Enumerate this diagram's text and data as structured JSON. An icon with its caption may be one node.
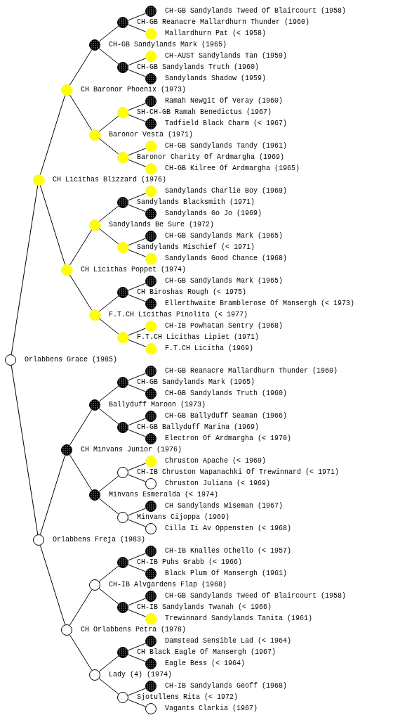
{
  "diagram": {
    "nodes": [
      {
        "text": [
          "CH-GB Sandylands Tweed Of Blaircourt (1958)"
        ]
      },
      {
        "text": [
          "CH-GB Reanacre Mallardhurn Thunder (1960)"
        ]
      },
      {
        "text": [
          "Mallardhurn Pat (< 1958)"
        ]
      },
      {
        "text": [
          "CH-GB Sandylands Mark (1965)"
        ]
      },
      {
        "text": [
          "CH-AUST Sandylands Tan (1959)"
        ]
      },
      {
        "text": [
          "CH-GB Sandylands Truth (1960)"
        ]
      },
      {
        "text": [
          "Sandylands Shadow (1959)"
        ]
      },
      {
        "text": [
          "CH Baronor Phoenix (1973)"
        ]
      },
      {
        "text": [
          "Ramah Newgit Of Veray (1960)"
        ]
      },
      {
        "text": [
          "SH-CH-GB Ramah Benedictus (1967)"
        ]
      },
      {
        "text": [
          "Tadfield Black Charm (< 1967)"
        ]
      },
      {
        "text": [
          "Baronor Vesta (1971)"
        ]
      },
      {
        "text": [
          "CH-GB Sandylands Tandy (1961)"
        ]
      },
      {
        "text": [
          "Baronor Charity Of Ardmargha (1969)"
        ]
      },
      {
        "text": [
          "CH-GB Kilree Of Ardmargha (1965)"
        ]
      },
      {
        "text": [
          "CH Licithas Blizzard (1976)"
        ]
      },
      {
        "text": [
          "Sandylands Charlie Boy (1969)"
        ]
      },
      {
        "text": [
          "Sandylands Blacksmith (1971)"
        ]
      },
      {
        "text": [
          "Sandylands Go Jo (1969)"
        ]
      },
      {
        "text": [
          "Sandylands Be Sure (1972)"
        ]
      },
      {
        "text": [
          "CH-GB Sandylands Mark (1965)"
        ]
      },
      {
        "text": [
          "Sandylands Mischief (< 1971)"
        ]
      },
      {
        "text": [
          "Sandylands Good Chance (1968)"
        ]
      },
      {
        "text": [
          "CH Licithas Poppet (1974)"
        ]
      },
      {
        "text": [
          "CH-GB Sandylands Mark (1965)"
        ]
      },
      {
        "text": [
          "CH Biroshas Rough (< 1975)"
        ]
      },
      {
        "text": [
          "Ellerthwaite Bramblerose Of Mansergh (< 1973)"
        ]
      },
      {
        "text": [
          "F.T.CH Licithas Pinolita (< 1977)"
        ]
      },
      {
        "text": [
          "CH-IB Powhatan Sentry (1968)"
        ]
      },
      {
        "text": [
          "F.T.CH Licithas Lipiet (1971)"
        ]
      },
      {
        "text": [
          "F.T.CH Licitha (1969)"
        ]
      },
      {
        "text": [
          "Orlabbens Grace (1985)"
        ]
      },
      {
        "text": [
          "CH-GB Reanacre Mallardhurn Thunder (1960)"
        ]
      },
      {
        "text": [
          "CH-GB Sandylands Mark (1965)"
        ]
      },
      {
        "text": [
          "CH-GB Sandylands Truth (1960)"
        ]
      },
      {
        "text": [
          "Ballyduff Maroon (1973)"
        ]
      },
      {
        "text": [
          "CH-GB Ballyduff Seaman (1966)"
        ]
      },
      {
        "text": [
          "CH-GB Ballyduff Marina (1969)"
        ]
      },
      {
        "text": [
          "Electron Of Ardmargha (< 1970)"
        ]
      },
      {
        "text": [
          "CH Minvans Junior (1976)"
        ]
      },
      {
        "text": [
          "Chruston Apache (< 1969)"
        ]
      },
      {
        "text": [
          "CH-IB Chruston Wapanachki Of Trewinnard (< 1971)"
        ]
      },
      {
        "text": [
          "Chruston Juliana (< 1969)"
        ]
      },
      {
        "text": [
          "Minvans Esmeralda (< 1974)"
        ]
      },
      {
        "text": [
          "CH Sandylands Wiseman (1967)"
        ]
      },
      {
        "text": [
          "Minvans Cijoppa (1969)"
        ]
      },
      {
        "text": [
          "Cilla Ii Av Oppensten (< 1968)"
        ]
      },
      {
        "text": [
          "Orlabbens Freja (1983)"
        ]
      },
      {
        "text": [
          "CH-IB Knalles Othello (< 1957)"
        ]
      },
      {
        "text": [
          "CH-IB Puhs Grabb (< 1966)"
        ]
      },
      {
        "text": [
          "Black Plum Of Mansergh (1961)"
        ]
      },
      {
        "text": [
          "CH-IB Alvgardens Flap (1968)"
        ]
      },
      {
        "text": [
          "CH-GB Sandylands Tweed Of Blaircourt (1958)"
        ]
      },
      {
        "text": [
          "CH-IB Sandylands Twanah (< 1966)"
        ]
      },
      {
        "text": [
          "Trewinnard Sandylands Tanita (1961)"
        ]
      },
      {
        "text": [
          "CH Orlabbens Petra (1978)"
        ]
      },
      {
        "text": [
          "Damstead Sensible Lad (< 1964)"
        ]
      },
      {
        "text": [
          "CH Black Eagle Of Mansergh (1967)"
        ]
      },
      {
        "text": [
          "Eagle Bess (< 1964)"
        ]
      },
      {
        "text": [
          "Lady (4) (1974)"
        ]
      },
      {
        "text": [
          "CH-IB Sandylands Geoff (1968)"
        ]
      },
      {
        "text": [
          "Sjotullens Rita (< 1972)"
        ]
      },
      {
        "text": [
          "Vagants Clarkia (1967)"
        ]
      }
    ],
    "edges": [
      {
        "from": 1,
        "to": 0,
        "arrow": "none"
      },
      {
        "from": 1,
        "to": 2,
        "arrow": "none"
      },
      {
        "from": 3,
        "to": 1,
        "arrow": "none"
      },
      {
        "from": 3,
        "to": 5,
        "arrow": "none"
      },
      {
        "from": 5,
        "to": 4,
        "arrow": "none"
      },
      {
        "from": 5,
        "to": 6,
        "arrow": "none"
      },
      {
        "from": 7,
        "to": 3,
        "arrow": "none"
      },
      {
        "from": 7,
        "to": 11,
        "arrow": "none"
      },
      {
        "from": 9,
        "to": 8,
        "arrow": "none"
      },
      {
        "from": 9,
        "to": 10,
        "arrow": "none"
      },
      {
        "from": 11,
        "to": 9,
        "arrow": "none"
      },
      {
        "from": 11,
        "to": 13,
        "arrow": "none"
      },
      {
        "from": 13,
        "to": 12,
        "arrow": "none"
      },
      {
        "from": 13,
        "to": 14,
        "arrow": "none"
      },
      {
        "from": 15,
        "to": 7,
        "arrow": "none"
      },
      {
        "from": 15,
        "to": 23,
        "arrow": "none"
      },
      {
        "from": 17,
        "to": 16,
        "arrow": "none"
      },
      {
        "from": 17,
        "to": 18,
        "arrow": "none"
      },
      {
        "from": 19,
        "to": 17,
        "arrow": "none"
      },
      {
        "from": 19,
        "to": 21,
        "arrow": "none"
      },
      {
        "from": 21,
        "to": 20,
        "arrow": "none"
      },
      {
        "from": 21,
        "to": 22,
        "arrow": "none"
      },
      {
        "from": 23,
        "to": 19,
        "arrow": "none"
      },
      {
        "from": 23,
        "to": 27,
        "arrow": "none"
      },
      {
        "from": 25,
        "to": 24,
        "arrow": "none"
      },
      {
        "from": 25,
        "to": 26,
        "arrow": "none"
      },
      {
        "from": 27,
        "to": 25,
        "arrow": "none"
      },
      {
        "from": 27,
        "to": 29,
        "arrow": "none"
      },
      {
        "from": 29,
        "to": 28,
        "arrow": "none"
      },
      {
        "from": 29,
        "to": 30,
        "arrow": "none"
      },
      {
        "from": 31,
        "to": 15,
        "arrow": "none"
      },
      {
        "from": 31,
        "to": 47,
        "arrow": "none"
      },
      {
        "from": 33,
        "to": 32,
        "arrow": "none"
      },
      {
        "from": 33,
        "to": 34,
        "arrow": "none"
      },
      {
        "from": 35,
        "to": 33,
        "arrow": "none"
      },
      {
        "from": 35,
        "to": 37,
        "arrow": "none"
      },
      {
        "from": 37,
        "to": 36,
        "arrow": "none"
      },
      {
        "from": 37,
        "to": 38,
        "arrow": "none"
      },
      {
        "from": 39,
        "to": 35,
        "arrow": "none"
      },
      {
        "from": 39,
        "to": 43,
        "arrow": "none"
      },
      {
        "from": 41,
        "to": 40,
        "arrow": "none"
      },
      {
        "from": 41,
        "to": 42,
        "arrow": "none"
      },
      {
        "from": 43,
        "to": 41,
        "arrow": "none"
      },
      {
        "from": 43,
        "to": 45,
        "arrow": "none"
      },
      {
        "from": 45,
        "to": 44,
        "arrow": "none"
      },
      {
        "from": 45,
        "to": 46,
        "arrow": "none"
      },
      {
        "from": 47,
        "to": 39,
        "arrow": "none"
      },
      {
        "from": 47,
        "to": 55,
        "arrow": "none"
      },
      {
        "from": 49,
        "to": 48,
        "arrow": "none"
      },
      {
        "from": 49,
        "to": 50,
        "arrow": "none"
      },
      {
        "from": 51,
        "to": 49,
        "arrow": "none"
      },
      {
        "from": 51,
        "to": 53,
        "arrow": "none"
      },
      {
        "from": 53,
        "to": 52,
        "arrow": "none"
      },
      {
        "from": 53,
        "to": 54,
        "arrow": "none"
      },
      {
        "from": 55,
        "to": 51,
        "arrow": "none"
      },
      {
        "from": 55,
        "to": 59,
        "arrow": "none"
      },
      {
        "from": 57,
        "to": 56,
        "arrow": "none"
      },
      {
        "from": 57,
        "to": 58,
        "arrow": "none"
      },
      {
        "from": 59,
        "to": 57,
        "arrow": "none"
      },
      {
        "from": 59,
        "to": 61,
        "arrow": "none"
      },
      {
        "from": 61,
        "to": 60,
        "arrow": "none"
      },
      {
        "from": 61,
        "to": 62,
        "arrow": "none"
      }
    ]
  }
}
